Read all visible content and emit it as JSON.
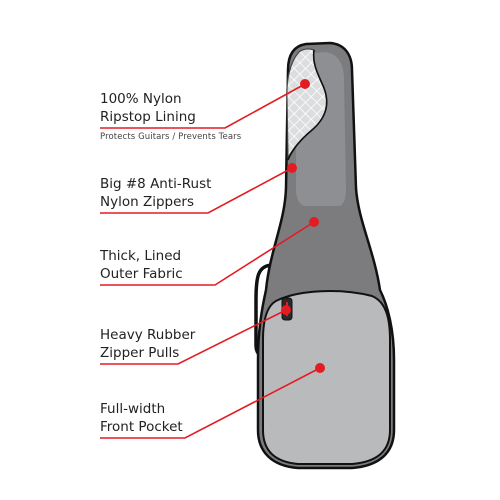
{
  "colors": {
    "accent": "#e31b23",
    "bag_dark": "#7c7c7f",
    "bag_light": "#b9babc",
    "lining": "#d8d9db",
    "outline": "#111111"
  },
  "features": [
    {
      "id": "lining",
      "lines": [
        "100% Nylon",
        "Ripstop Lining"
      ],
      "note": "Protects Guitars / Prevents Tears"
    },
    {
      "id": "zippers",
      "lines": [
        "Big #8 Anti-Rust",
        "Nylon Zippers"
      ],
      "note": ""
    },
    {
      "id": "fabric",
      "lines": [
        "Thick, Lined",
        "Outer Fabric"
      ],
      "note": ""
    },
    {
      "id": "pulls",
      "lines": [
        "Heavy Rubber",
        "Zipper Pulls"
      ],
      "note": ""
    },
    {
      "id": "pocket",
      "lines": [
        "Full-width",
        "Front Pocket"
      ],
      "note": ""
    }
  ]
}
